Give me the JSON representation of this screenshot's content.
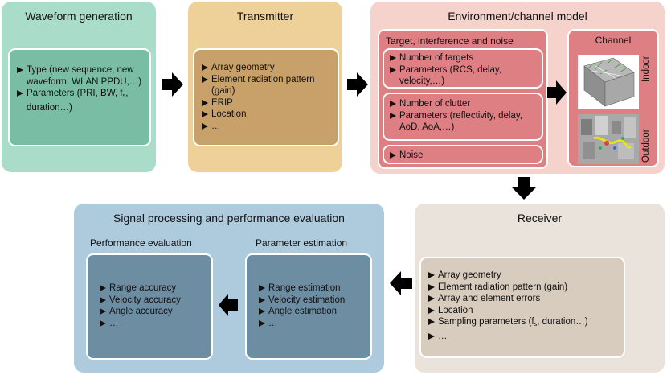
{
  "waveform": {
    "title": "Waveform generation",
    "items": [
      "Type (new sequence, new waveform, WLAN PPDU,…)",
      "Parameters (PRI, BW, f",
      "s",
      ", duration…)"
    ]
  },
  "transmitter": {
    "title": "Transmitter",
    "items": [
      "Array geometry",
      "Element radiation pattern (gain)",
      "ERIP",
      "Location",
      "…"
    ]
  },
  "environment": {
    "title": "Environment/channel model",
    "target_box": {
      "title": "Target, interference and noise",
      "targets": [
        "Number of targets",
        "Parameters (RCS, delay, velocity,…)"
      ],
      "clutter": [
        "Number of clutter",
        "Parameters (reflectivity, delay, AoD, AoA,…)"
      ],
      "noise": "Noise"
    },
    "channel": {
      "title": "Channel",
      "indoor_label": "Indoor",
      "outdoor_label": "Outdoor"
    }
  },
  "receiver": {
    "title": "Receiver",
    "items": [
      "Array geometry",
      "Element radiation pattern (gain)",
      "Array and element errors",
      "Location",
      "Sampling parameters (f",
      "s",
      ", duration…)",
      "…"
    ]
  },
  "signal_processing": {
    "title": "Signal processing and performance evaluation",
    "performance": {
      "title": "Performance evaluation",
      "items": [
        "Range accuracy",
        "Velocity accuracy",
        "Angle accuracy",
        "…"
      ]
    },
    "estimation": {
      "title": "Parameter estimation",
      "items": [
        "Range estimation",
        "Velocity estimation",
        "Angle estimation",
        "…"
      ]
    }
  },
  "colors": {
    "waveform_bg": "#a9dcc9",
    "waveform_inner": "#79bda5",
    "transmitter_bg": "#eed198",
    "transmitter_inner": "#c7a06a",
    "environment_bg": "#f6d2cc",
    "environment_inner": "#dd7f83",
    "receiver_bg": "#eae3dc",
    "receiver_inner": "#d8ccbf",
    "sp_bg": "#aecbde",
    "sp_inner": "#6d8da3"
  }
}
